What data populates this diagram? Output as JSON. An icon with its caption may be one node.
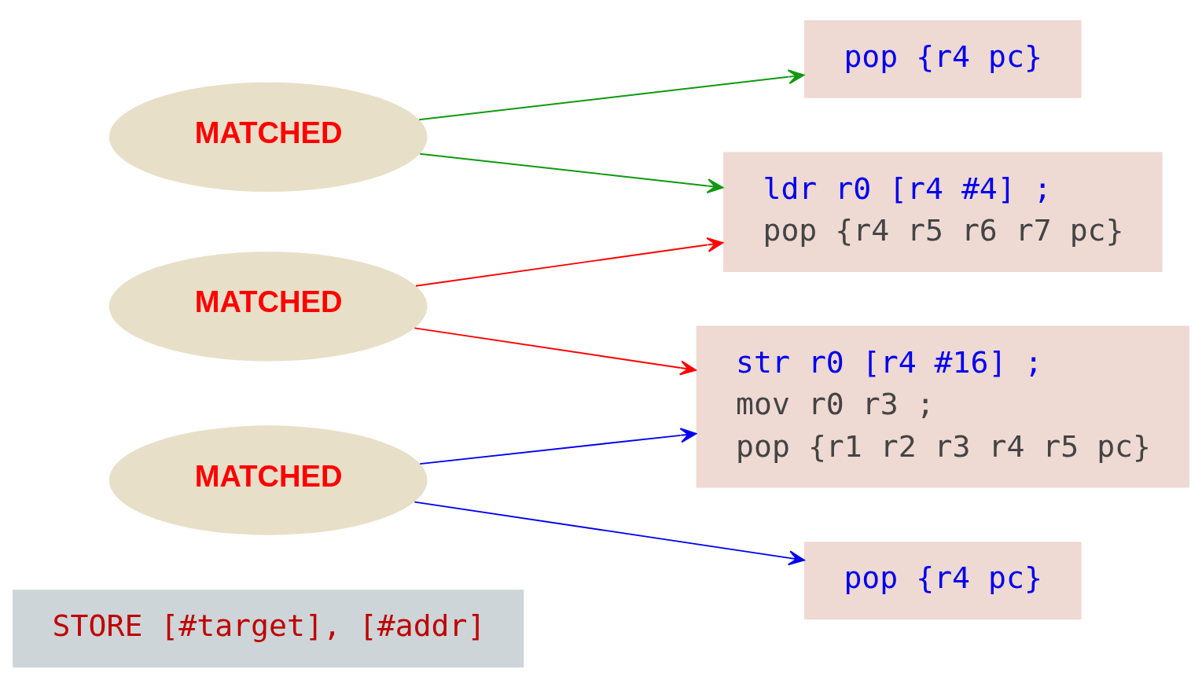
{
  "diagram": {
    "nodes": [
      {
        "text": [
          "STORE [#target], [#addr]"
        ]
      },
      {
        "text": [
          "MATCHED"
        ]
      },
      {
        "text": [
          "MATCHED"
        ]
      },
      {
        "text": [
          "MATCHED"
        ]
      },
      {
        "text": [
          "pop {r4 pc}"
        ]
      },
      {
        "text": [
          "ldr r0 [r4 #4] ;",
          "pop {r4 r5 r6 r7 pc}"
        ]
      },
      {
        "text": [
          "pop {r4 pc}"
        ]
      },
      {
        "text": [
          "str r0 [r4 #16] ;",
          "mov r0 r3 ;",
          "pop {r1 r2 r3 r4 r5 pc}"
        ]
      }
    ],
    "edges": [
      {
        "from": 1,
        "to": 4,
        "arrow": "to",
        "color": "#119911"
      },
      {
        "from": 1,
        "to": 5,
        "arrow": "to",
        "color": "#119911"
      },
      {
        "from": 2,
        "to": 5,
        "arrow": "to",
        "color": "#ff0000"
      },
      {
        "from": 2,
        "to": 7,
        "arrow": "to",
        "color": "#ff0000"
      },
      {
        "from": 3,
        "to": 6,
        "arrow": "to",
        "color": "#0000ee"
      },
      {
        "from": 3,
        "to": 7,
        "arrow": "to",
        "color": "#0000ee"
      }
    ]
  }
}
